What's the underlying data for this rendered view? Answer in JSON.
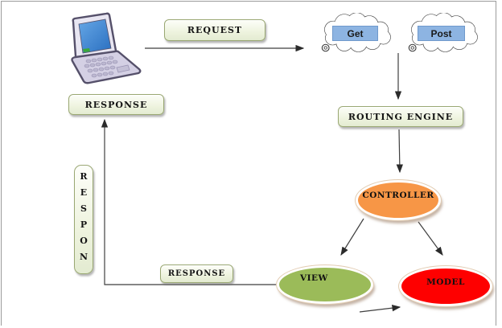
{
  "labels": {
    "request": "REQUEST",
    "response_top": "RESPONSE",
    "response_vertical": "RESPON",
    "response_bottom": "RESPONSE",
    "get": "Get",
    "post": "Post",
    "routing_engine": "ROUTING ENGINE",
    "controller": "CONTROLLER",
    "view": "VIEW",
    "model": "MODEL"
  },
  "colors": {
    "box_border": "#9aa873",
    "box_fill": "#eef3de",
    "tag_fill": "#8db4e2",
    "tag_border": "#6f99cc",
    "controller_fill": "#f79646",
    "view_fill": "#9bbb59",
    "model_fill": "#fe0000",
    "line_color": "#3f3f3f",
    "frame_color": "#9b9b9b",
    "laptop_screen": "#3b82d4",
    "laptop_body": "#d4d0e4"
  }
}
